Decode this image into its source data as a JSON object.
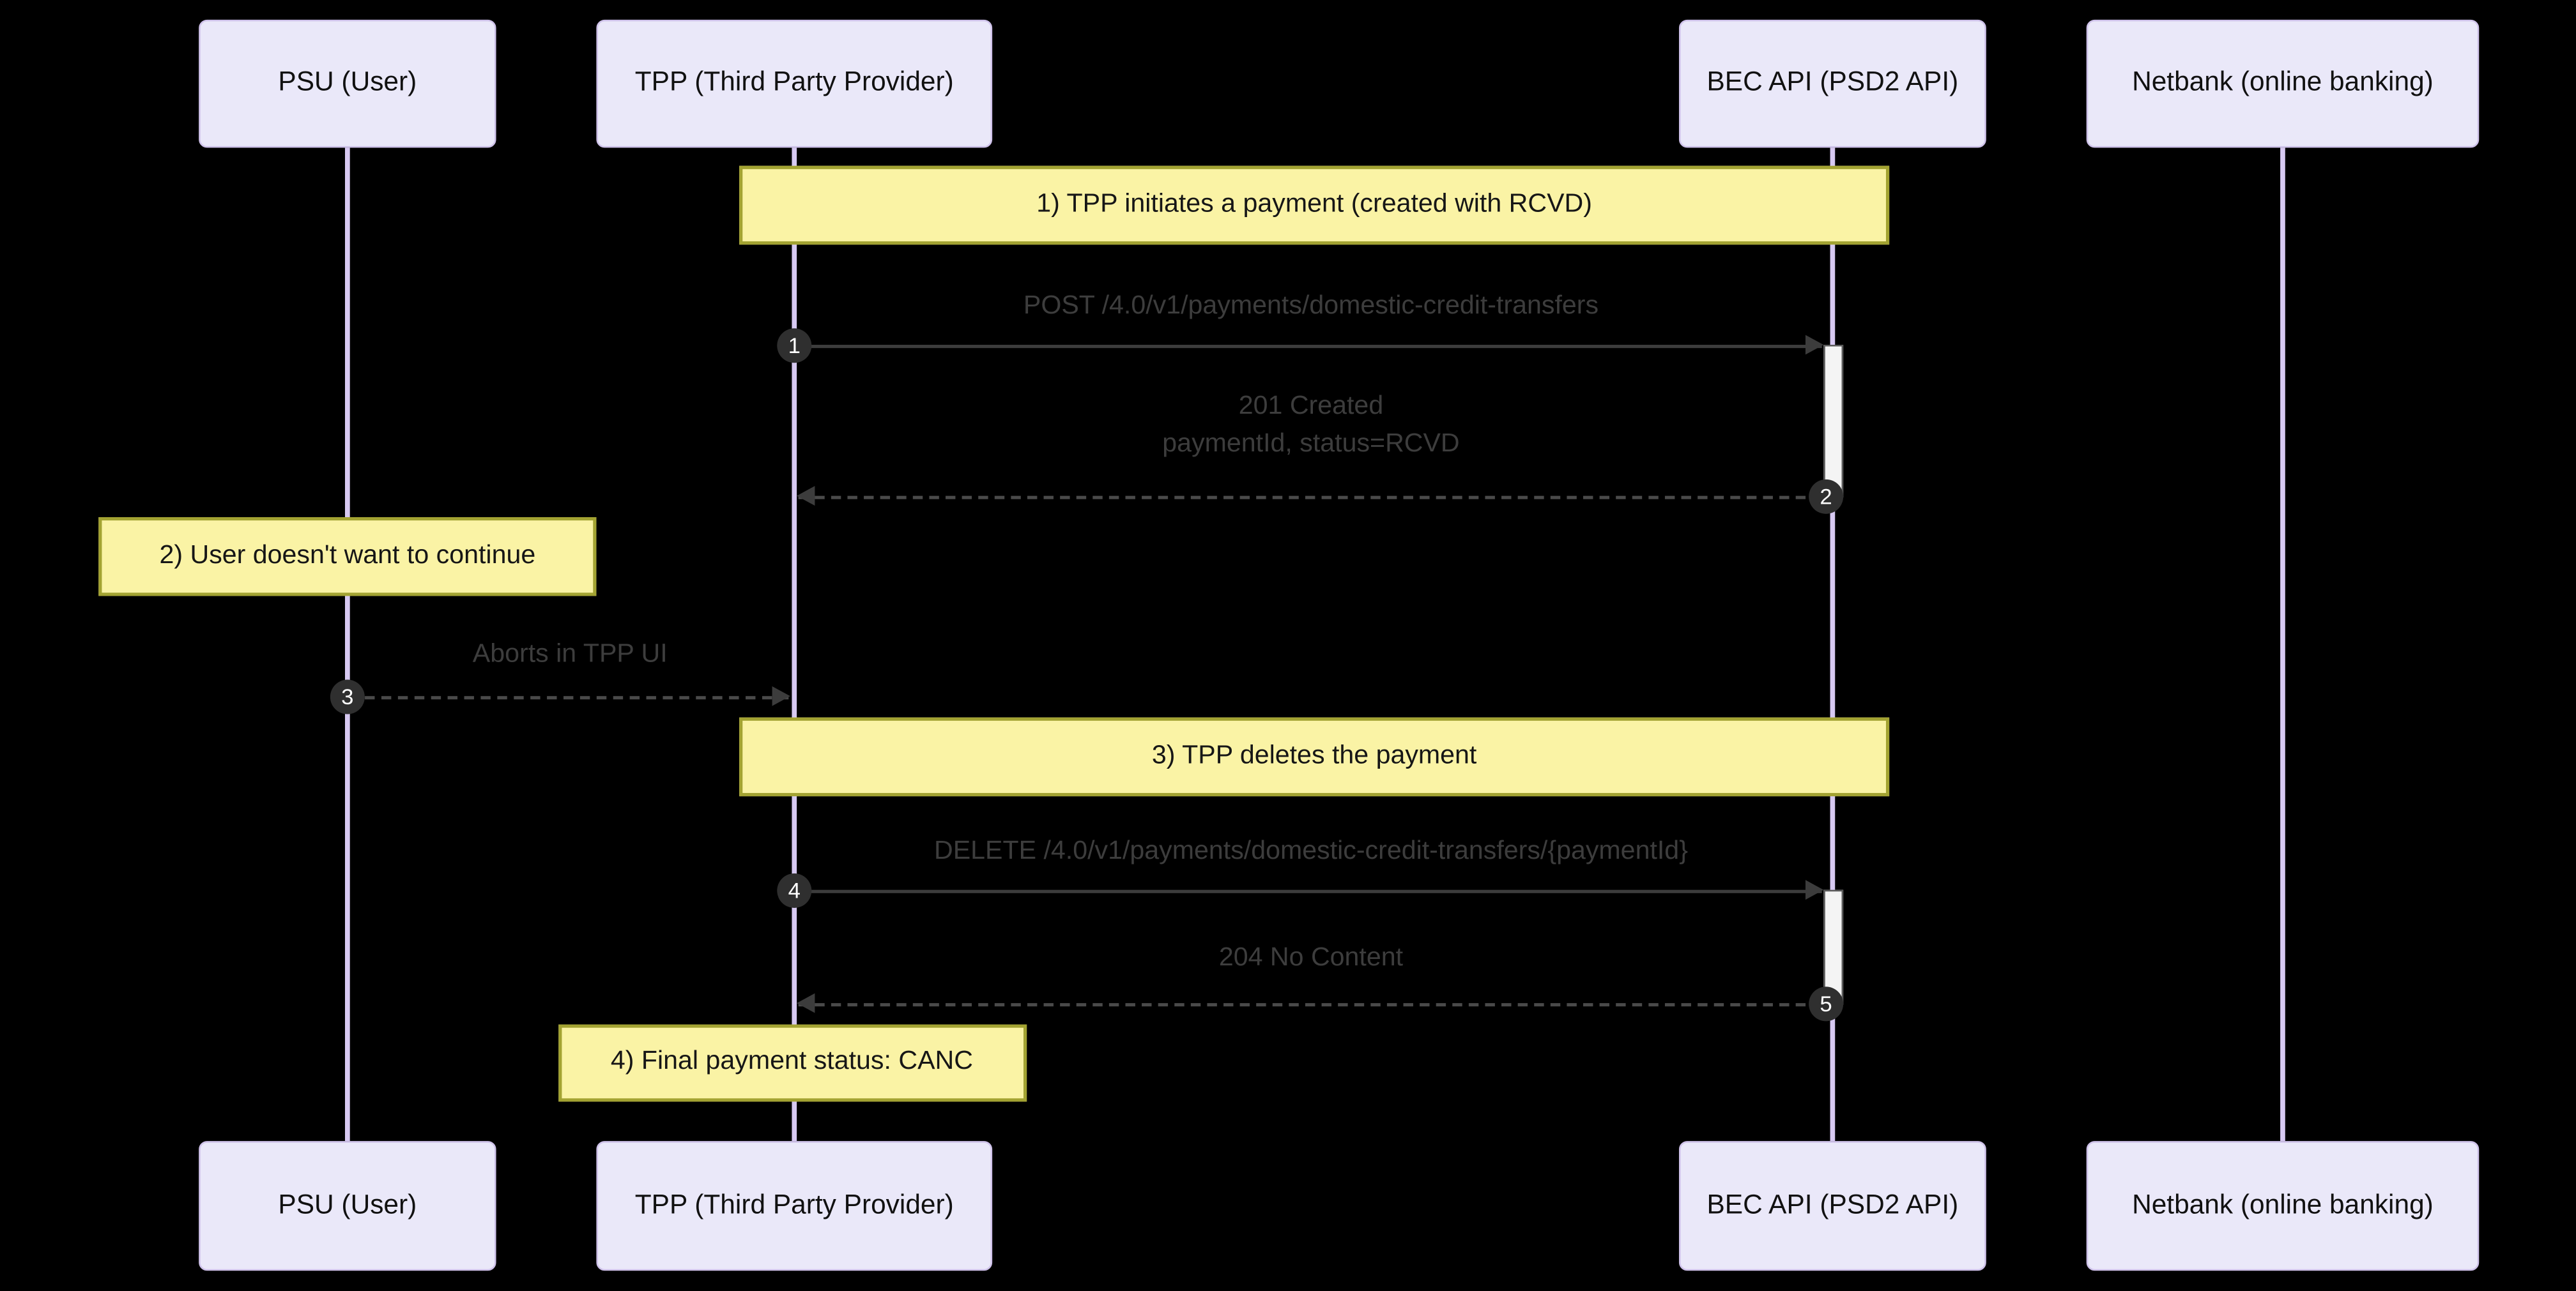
{
  "diagram_type": "sequence-diagram",
  "background_color": "#000000",
  "actors": [
    {
      "id": "psu",
      "label": "PSU (User)"
    },
    {
      "id": "tpp",
      "label": "TPP (Third Party Provider)"
    },
    {
      "id": "bec",
      "label": "BEC API (PSD2 API)"
    },
    {
      "id": "netbank",
      "label": "Netbank (online banking)"
    }
  ],
  "notes": [
    {
      "text": "1) TPP initiates a payment (created with RCVD)",
      "over": "tpp,bec"
    },
    {
      "text": "2) User doesn't want to continue",
      "over": "psu"
    },
    {
      "text": "3) TPP deletes the payment",
      "over": "tpp,bec"
    },
    {
      "text": "4) Final payment status: CANC",
      "over": "tpp"
    }
  ],
  "messages": [
    {
      "seq": "1",
      "label": "POST /4.0/v1/payments/domestic-credit-transfers",
      "from": "tpp",
      "to": "bec",
      "style": "solid"
    },
    {
      "seq": "2",
      "label": "201 Created",
      "label2": "paymentId, status=RCVD",
      "from": "bec",
      "to": "tpp",
      "style": "dashed"
    },
    {
      "seq": "3",
      "label": "Aborts in TPP UI",
      "from": "psu",
      "to": "tpp",
      "style": "dashed"
    },
    {
      "seq": "4",
      "label": "DELETE /4.0/v1/payments/domestic-credit-transfers/{paymentId}",
      "from": "tpp",
      "to": "bec",
      "style": "solid"
    },
    {
      "seq": "5",
      "label": "204 No Content",
      "from": "bec",
      "to": "tpp",
      "style": "dashed"
    }
  ],
  "colors": {
    "actor_fill": "#EAE8F9",
    "actor_border": "#CFC2EA",
    "lifeline": "#D7C9F2",
    "note_fill": "#FAF3A5",
    "note_border": "#A3A332",
    "message_text": "#3d3d3d",
    "arrow_line": "#3c3c3c",
    "activation_fill": "#F4F4F4",
    "seq_circle_fill": "#2f2f2f",
    "seq_circle_text": "#ffffff",
    "actor_text": "#111111",
    "background": "#000000"
  }
}
